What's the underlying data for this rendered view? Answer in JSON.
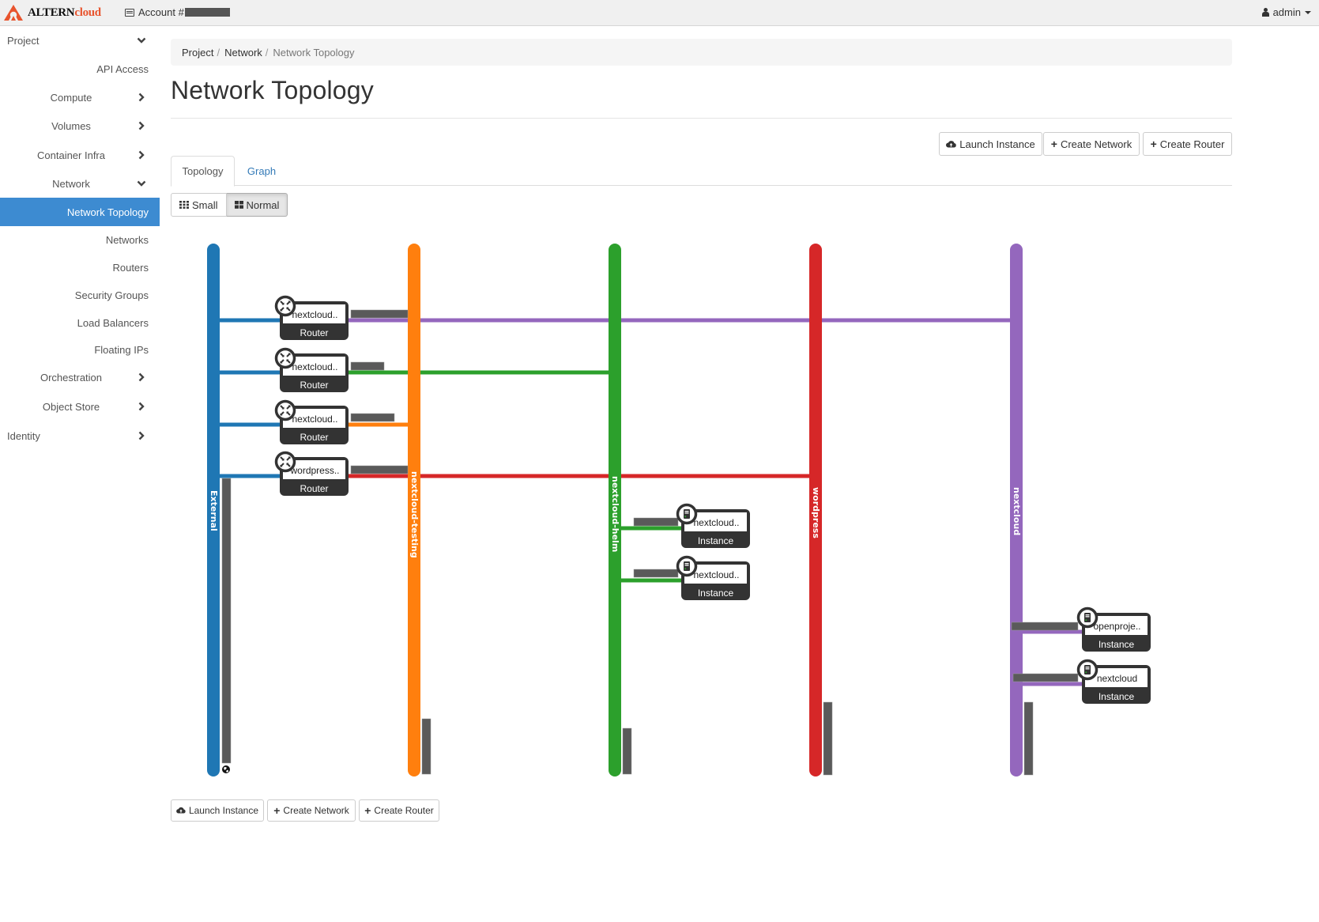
{
  "app": {
    "brand_primary": "ALTERN",
    "brand_secondary": "cloud",
    "brand_color": "#e8542e",
    "account_label": "Account #",
    "user": "admin"
  },
  "sidebar": {
    "items": [
      {
        "label": "Project",
        "level": 0,
        "chevron": "down"
      },
      {
        "label": "API Access",
        "level": 2,
        "chevron": null
      },
      {
        "label": "Compute",
        "level": 1,
        "chevron": "right"
      },
      {
        "label": "Volumes",
        "level": 1,
        "chevron": "right"
      },
      {
        "label": "Container Infra",
        "level": 1,
        "chevron": "right"
      },
      {
        "label": "Network",
        "level": 1,
        "chevron": "down"
      },
      {
        "label": "Network Topology",
        "level": 2,
        "chevron": null,
        "active": true
      },
      {
        "label": "Networks",
        "level": 2,
        "chevron": null
      },
      {
        "label": "Routers",
        "level": 2,
        "chevron": null
      },
      {
        "label": "Security Groups",
        "level": 2,
        "chevron": null
      },
      {
        "label": "Load Balancers",
        "level": 2,
        "chevron": null
      },
      {
        "label": "Floating IPs",
        "level": 2,
        "chevron": null
      },
      {
        "label": "Orchestration",
        "level": 1,
        "chevron": "right"
      },
      {
        "label": "Object Store",
        "level": 1,
        "chevron": "right"
      },
      {
        "label": "Identity",
        "level": 0,
        "chevron": "right"
      }
    ]
  },
  "breadcrumb": [
    "Project",
    "Network",
    "Network Topology"
  ],
  "page_title": "Network Topology",
  "actions": {
    "launch_instance": "Launch Instance",
    "create_network": "Create Network",
    "create_router": "Create Router"
  },
  "tabs": [
    {
      "label": "Topology",
      "active": true
    },
    {
      "label": "Graph",
      "active": false
    }
  ],
  "view_toggle": {
    "small": "Small",
    "normal": "Normal",
    "selected": "Normal"
  },
  "topology": {
    "networks": [
      {
        "name": "External",
        "color": "#1f77b4",
        "external": true
      },
      {
        "name": "nextcloud-testing",
        "color": "#ff7f0e"
      },
      {
        "name": "nextcloud-helm",
        "color": "#2ca02c"
      },
      {
        "name": "wordpress",
        "color": "#d62728"
      },
      {
        "name": "nextcloud",
        "color": "#9467bd"
      }
    ],
    "routers": [
      {
        "name": "nextcloud..",
        "type": "Router",
        "connects": [
          "External",
          "nextcloud"
        ]
      },
      {
        "name": "nextcloud..",
        "type": "Router",
        "connects": [
          "External",
          "nextcloud-helm"
        ]
      },
      {
        "name": "nextcloud..",
        "type": "Router",
        "connects": [
          "External",
          "nextcloud-testing"
        ]
      },
      {
        "name": "wordpress..",
        "type": "Router",
        "connects": [
          "External",
          "wordpress"
        ]
      }
    ],
    "instances": [
      {
        "name": "nextcloud..",
        "type": "Instance",
        "network": "nextcloud-helm",
        "status": "active"
      },
      {
        "name": "nextcloud..",
        "type": "Instance",
        "network": "nextcloud-helm",
        "status": "active"
      },
      {
        "name": "openproje..",
        "type": "Instance",
        "network": "nextcloud",
        "status": "active"
      },
      {
        "name": "nextcloud",
        "type": "Instance",
        "network": "nextcloud",
        "status": "active"
      }
    ],
    "node_colors": {
      "dark": "#333333",
      "redacted": "#5a5a5a",
      "status_active": "#2ca02c"
    }
  }
}
